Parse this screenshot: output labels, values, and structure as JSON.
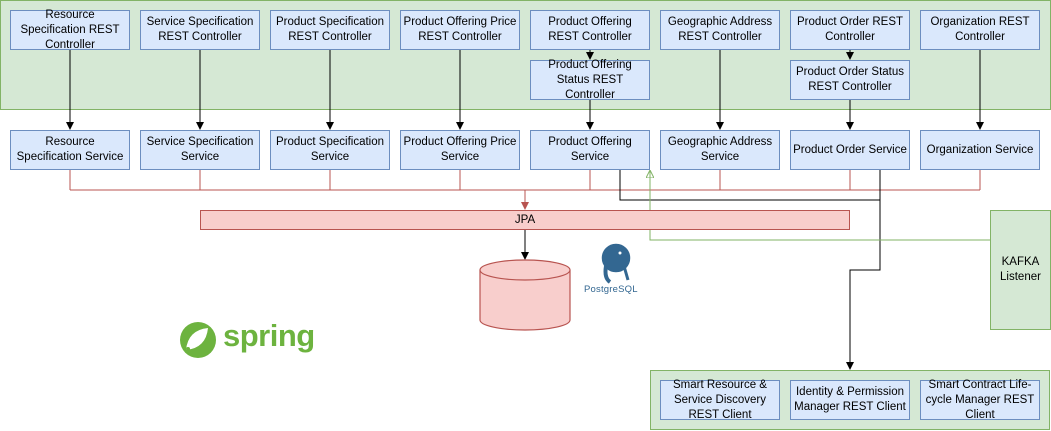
{
  "controllers": [
    {
      "label": "Resource Specification REST Controller"
    },
    {
      "label": "Service Specification REST Controller"
    },
    {
      "label": "Product Specification REST Controller"
    },
    {
      "label": "Product Offering Price REST Controller"
    },
    {
      "label": "Product Offering REST Controller"
    },
    {
      "label": "Geographic Address REST Controller"
    },
    {
      "label": "Product Order REST Controller"
    },
    {
      "label": "Organization REST Controller"
    }
  ],
  "status_controllers": [
    {
      "label": "Product Offering Status REST Controller"
    },
    {
      "label": "Product Order Status REST Controller"
    }
  ],
  "services": [
    {
      "label": "Resource Specification Service"
    },
    {
      "label": "Service Specification Service"
    },
    {
      "label": "Product Specification Service"
    },
    {
      "label": "Product Offering Price Service"
    },
    {
      "label": "Product Offering Service"
    },
    {
      "label": "Geographic Address Service"
    },
    {
      "label": "Product Order Service"
    },
    {
      "label": "Organization Service"
    }
  ],
  "jpa": {
    "label": "JPA"
  },
  "kafka": {
    "label": "KAFKA Listener"
  },
  "database": {
    "logo_text": "PostgreSQL"
  },
  "spring": {
    "logo_text": "spring"
  },
  "clients": [
    {
      "label": "Smart Resource & Service Discovery REST Client"
    },
    {
      "label": "Identity & Permission Manager REST Client"
    },
    {
      "label": "Smart Contract Life-cycle Manager REST Client"
    }
  ],
  "colors": {
    "box_fill": "#dae8fc",
    "box_stroke": "#6c8ebf",
    "region_fill": "#d5e8d4",
    "region_stroke": "#82b366",
    "jpa_fill": "#f8cecc",
    "jpa_stroke": "#b85450",
    "spring_green": "#6db33f",
    "postgres_blue": "#336791"
  }
}
